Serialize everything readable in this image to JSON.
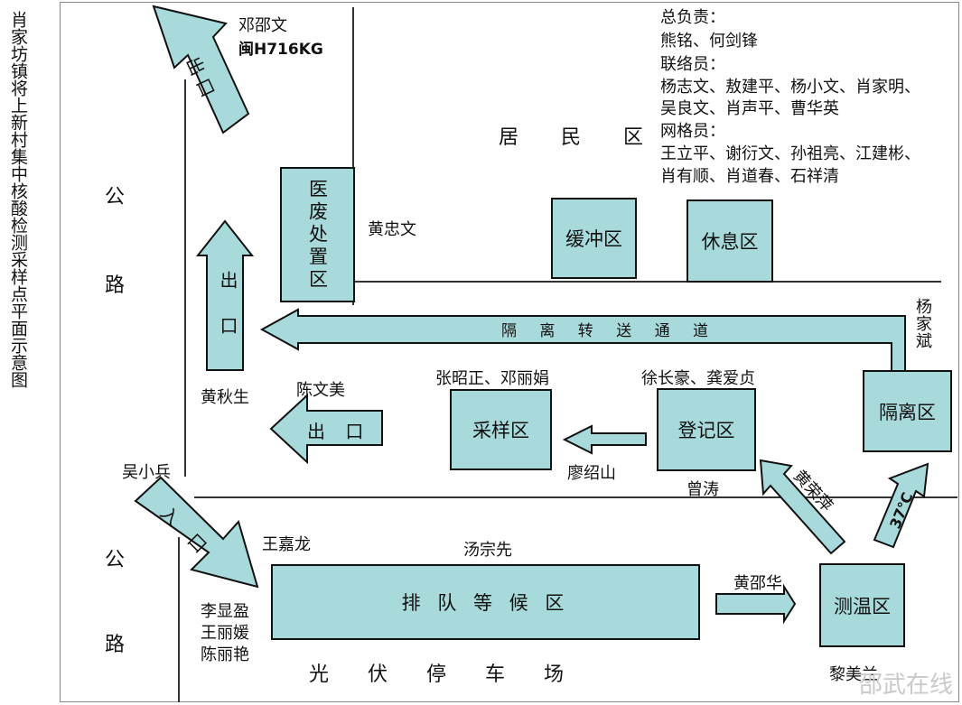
{
  "title": "肖家坊镇将上新村集中核酸检测采样点平面示意图",
  "roads": {
    "road_upper": [
      "公",
      "路"
    ],
    "road_lower": [
      "公",
      "路"
    ]
  },
  "zones": {
    "residential": "居 民 区",
    "parking": "光 伏 停 车 场",
    "medical_waste": "医废处置区",
    "buffer": "缓冲区",
    "rest": "休息区",
    "sampling": "采样区",
    "registration": "登记区",
    "isolation": "隔离区",
    "queue": "排 队 等 候 区",
    "temperature": "测温区"
  },
  "arrows": {
    "exit_top": "出 口",
    "exit_left": "出 口",
    "exit_middle": "出 口",
    "entrance": "入 口",
    "channel": "隔 离 转 送 通 道",
    "temp_label": "37℃"
  },
  "people": {
    "driver_name": "邓邵文",
    "plate": "闽H716KG",
    "waste_staff": "黄忠文",
    "exit_staff": "黄秋生",
    "exit_mid_staff": "陈文美",
    "entrance_staff": "吴小兵",
    "entrance_side": "王嘉龙",
    "queue_staff": [
      "李显盈",
      "王丽媛",
      "陈丽艳"
    ],
    "queue_top": "汤宗先",
    "sampling_staff": "张昭正、邓丽娟",
    "sampling_bottom": "廖绍山",
    "registration_staff": "徐长豪、龚爱贞",
    "registration_bottom": "曾涛",
    "diagonal_staff": "黄荣萍",
    "isolation_staff": "杨家斌",
    "flow_staff": "黄邵华",
    "temperature_staff": "黎美兰"
  },
  "organization": {
    "lead_title": "总负责：",
    "lead": "熊铭、何剑锋",
    "liaison_title": "联络员：",
    "liaison_1": "杨志文、敖建平、杨小文、肖家明、",
    "liaison_2": "吴良文、肖声平、曹华英",
    "grid_title": "网格员：",
    "grid_1": "王立平、谢衍文、孙祖亮、江建彬、",
    "grid_2": "肖有顺、肖道春、石祥清"
  },
  "watermark": "邵武在线"
}
